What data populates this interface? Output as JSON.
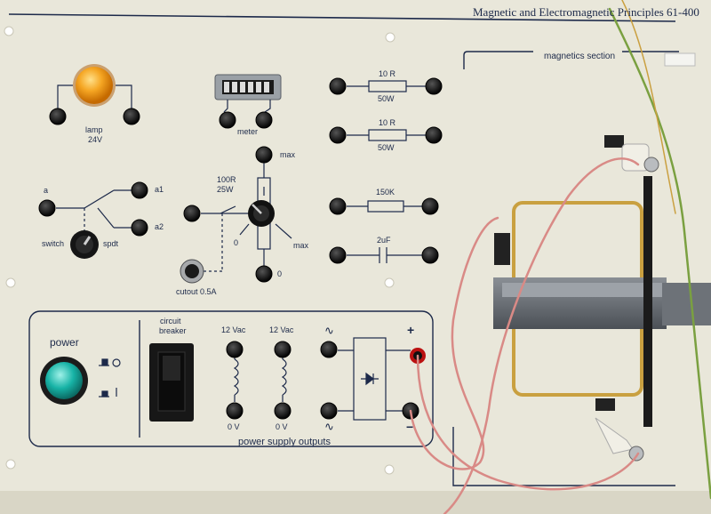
{
  "panel": {
    "title": "Magnetic and Electromagnetic Principles 61-400",
    "magnetics_section": "magnetics section"
  },
  "lamp": {
    "label1": "lamp",
    "label2": "24V"
  },
  "meter": {
    "label": "meter"
  },
  "resistors": {
    "r1_value": "10 R",
    "r1_power": "50W",
    "r2_value": "10 R",
    "r2_power": "50W",
    "r3_value": "150K",
    "cap_value": "2uF"
  },
  "switch": {
    "a": "a",
    "a1": "a1",
    "a2": "a2",
    "switch": "switch",
    "spdt": "spdt"
  },
  "pot": {
    "rating1": "100R",
    "rating2": "25W",
    "max_top": "max",
    "max_side": "max",
    "zero_left": "0",
    "zero_bottom": "0"
  },
  "cutout": {
    "label": "cutout 0.5A"
  },
  "power_section": {
    "power": "power",
    "circuit_breaker1": "circuit",
    "circuit_breaker2": "breaker",
    "vac1": "12 Vac",
    "vac2": "12 Vac",
    "zero_v1": "0 V",
    "zero_v2": "0 V",
    "tilde1": "∿",
    "tilde2": "∿",
    "plus": "+",
    "minus": "−",
    "outputs": "power supply outputs"
  },
  "colors": {
    "panel": "#e9e7da",
    "print": "#1d2a4a",
    "lamp": "#f0a020",
    "power_lens": "#19b2a8",
    "wire_pink": "#d98a86",
    "wire_green": "#7aa040",
    "brass": "#c9a040"
  }
}
